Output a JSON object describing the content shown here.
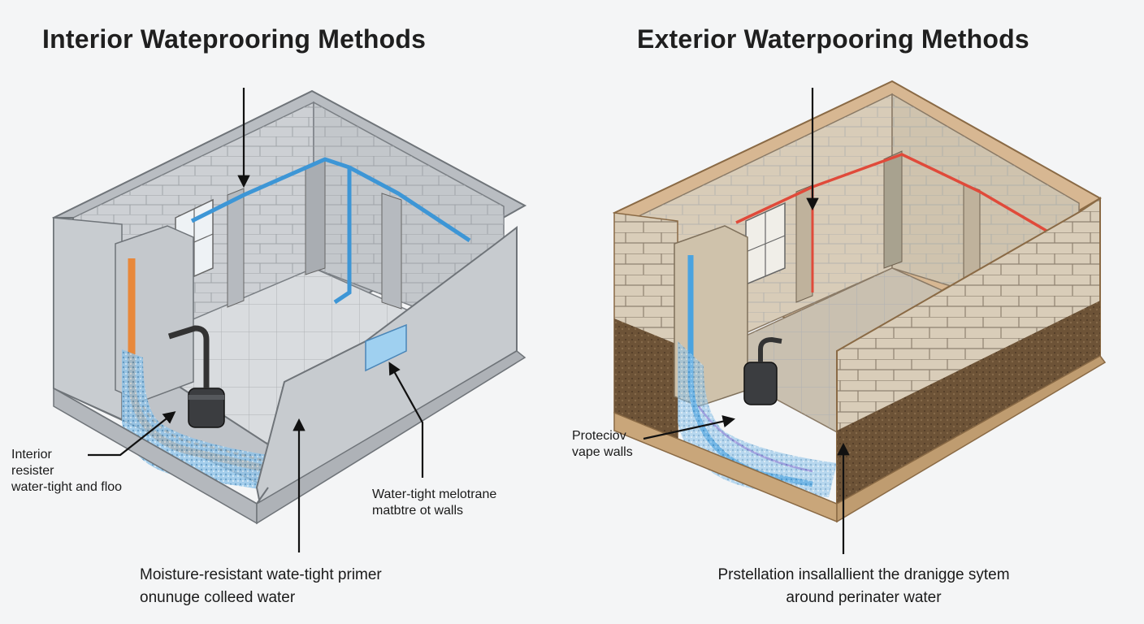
{
  "titles": {
    "interior": "Interior Wateprooring Methods",
    "exterior": "Exterior Waterpooring Methods"
  },
  "interior_labels": {
    "left_line1": "Interior",
    "left_line2": "resister",
    "left_line3": "water-tight and floo",
    "right_line1": "Water-tight melotrane",
    "right_line2": "matbtre ot walls",
    "bottom_line1": "Moisture-resistant wate-tight primer",
    "bottom_line2": "onunuge colleed water"
  },
  "exterior_labels": {
    "left_line1": "Proteciov",
    "left_line2": "vape walls",
    "bottom_line1": "Prstellation insallallient the dranigge sytem",
    "bottom_line2": "around perinater water"
  },
  "colors": {
    "interior_wall": "#c9ccd0",
    "interior_floor": "#d7dadd",
    "membrane_orange": "#e8883a",
    "pipe_blue": "#4aa3e0",
    "exterior_soil": "#6e5438",
    "exterior_brick": "#d8ccb8",
    "exterior_frame": "#c9a67a",
    "pipe_red": "#e04a3a"
  }
}
